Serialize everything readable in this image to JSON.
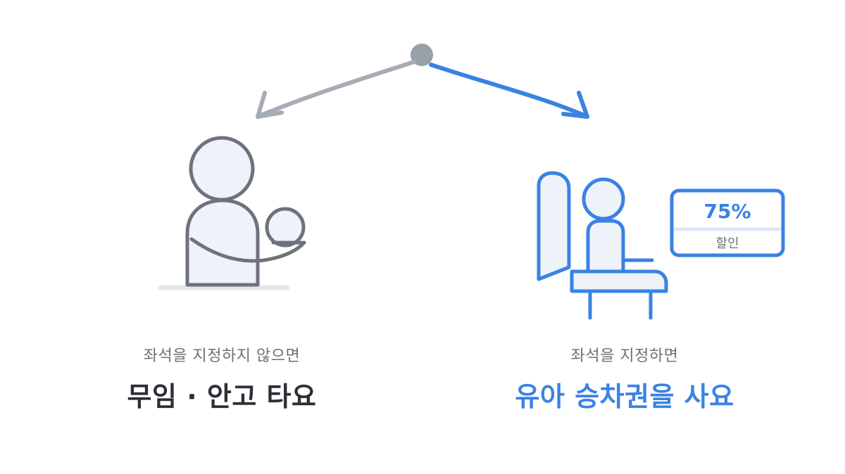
{
  "colors": {
    "gray_stroke": "#6e727c",
    "gray_arrow": "#a6acb4",
    "gray_node": "#9aa0a8",
    "figure_fill": "#eef3fa",
    "blue": "#3a82e3",
    "dark_text": "#2b2f36",
    "sub_text": "#6b7078"
  },
  "left": {
    "subtitle": "좌석을 지정하지 않으면",
    "title": "무임 · 안고 타요",
    "icon": "parent-holding-baby-icon"
  },
  "right": {
    "subtitle": "좌석을 지정하면",
    "title": "유아 승차권을 사요",
    "icon": "child-in-seat-icon",
    "discount_value": "75%",
    "discount_label": "할인"
  }
}
